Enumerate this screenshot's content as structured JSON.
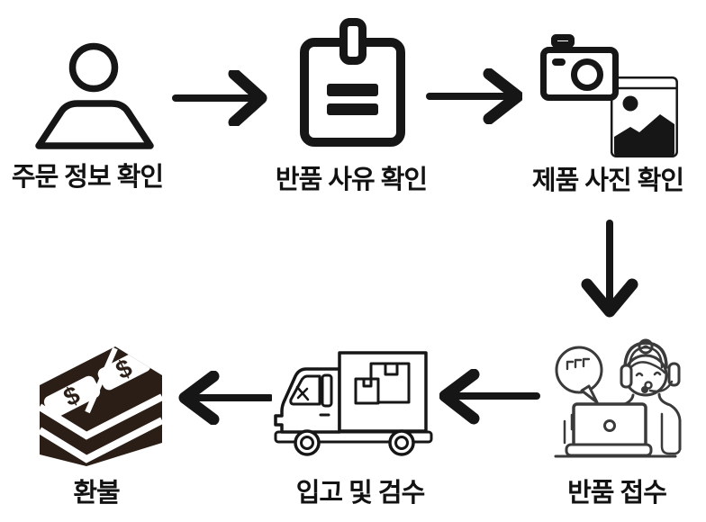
{
  "diagram": {
    "steps": [
      {
        "label": "주문 정보 확인",
        "icon": "user-icon"
      },
      {
        "label": "반품 사유 확인",
        "icon": "return-tag-icon"
      },
      {
        "label": "제품 사진 확인",
        "icon": "camera-photo-icon"
      },
      {
        "label": "반품 접수",
        "icon": "support-agent-icon"
      },
      {
        "label": "입고 및 검수",
        "icon": "delivery-truck-icon"
      },
      {
        "label": "환불",
        "icon": "cash-stack-icon"
      }
    ],
    "currency_symbol": "$",
    "colors": {
      "background": "#ffffff",
      "ink": "#161616",
      "agent_ink": "#3a3a3a",
      "money_ink": "#2a1e16"
    }
  }
}
